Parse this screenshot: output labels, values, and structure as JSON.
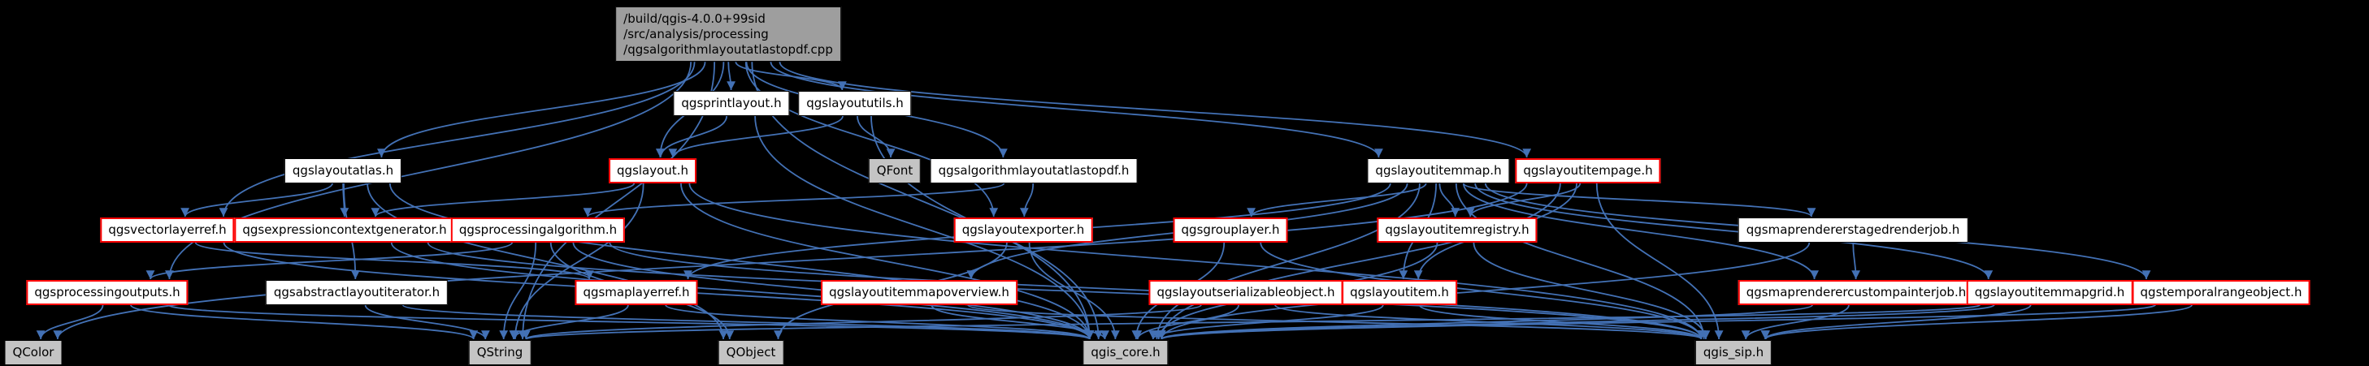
{
  "colors": {
    "background": "#000000",
    "node_fill": "#ffffff",
    "node_border": "#000000",
    "truncated_border": "#ff0000",
    "system_fill": "#c4c4c4",
    "root_fill": "#9e9e9e",
    "edge": "#4371b5"
  },
  "diagram": {
    "type": "include-dependency-graph",
    "root_lines": [
      "/build/qgis-4.0.0+99sid",
      "/src/analysis/processing",
      "/qgsalgorithmlayoutatlastopdf.cpp"
    ],
    "nodes": [
      {
        "id": "qgsprintlayout_h",
        "label": "qgsprintlayout.h",
        "type": "header"
      },
      {
        "id": "qgslayoututils_h",
        "label": "qgslayoututils.h",
        "type": "header"
      },
      {
        "id": "qgslayoutatlas_h",
        "label": "qgslayoutatlas.h",
        "type": "header"
      },
      {
        "id": "qgslayout_h",
        "label": "qgslayout.h",
        "type": "truncated"
      },
      {
        "id": "QFont",
        "label": "QFont",
        "type": "system"
      },
      {
        "id": "qgsalgorithmlayoutatlastopdf_h",
        "label": "qgsalgorithmlayoutatlastopdf.h",
        "type": "header"
      },
      {
        "id": "qgslayoutitemmap_h",
        "label": "qgslayoutitemmap.h",
        "type": "header"
      },
      {
        "id": "qgslayoutitempage_h",
        "label": "qgslayoutitempage.h",
        "type": "truncated"
      },
      {
        "id": "qgsvectorlayerref_h",
        "label": "qgsvectorlayerref.h",
        "type": "truncated"
      },
      {
        "id": "qgsexpressioncontextgenerator_h",
        "label": "qgsexpressioncontextgenerator.h",
        "type": "truncated"
      },
      {
        "id": "qgsprocessingalgorithm_h",
        "label": "qgsprocessingalgorithm.h",
        "type": "truncated"
      },
      {
        "id": "qgslayoutexporter_h",
        "label": "qgslayoutexporter.h",
        "type": "truncated"
      },
      {
        "id": "qgsgrouplayer_h",
        "label": "qgsgrouplayer.h",
        "type": "truncated"
      },
      {
        "id": "qgslayoutitemregistry_h",
        "label": "qgslayoutitemregistry.h",
        "type": "truncated"
      },
      {
        "id": "qgsmaprendererstagedrenderjob_h",
        "label": "qgsmaprendererstagedrenderjob.h",
        "type": "header"
      },
      {
        "id": "qgsprocessingoutputs_h",
        "label": "qgsprocessingoutputs.h",
        "type": "truncated"
      },
      {
        "id": "qgsabstractlayoutiterator_h",
        "label": "qgsabstractlayoutiterator.h",
        "type": "header"
      },
      {
        "id": "qgsmaplayerref_h",
        "label": "qgsmaplayerref.h",
        "type": "truncated"
      },
      {
        "id": "qgslayoutitemmapoverview_h",
        "label": "qgslayoutitemmapoverview.h",
        "type": "truncated"
      },
      {
        "id": "qgslayoutserializableobject_h",
        "label": "qgslayoutserializableobject.h",
        "type": "truncated"
      },
      {
        "id": "qgslayoutitem_h",
        "label": "qgslayoutitem.h",
        "type": "truncated"
      },
      {
        "id": "qgsmaprenderercustompainterjob_h",
        "label": "qgsmaprenderercustompainterjob.h",
        "type": "truncated"
      },
      {
        "id": "qgslayoutitemmapgrid_h",
        "label": "qgslayoutitemmapgrid.h",
        "type": "truncated"
      },
      {
        "id": "qgstemporalrangeobject_h",
        "label": "qgstemporalrangeobject.h",
        "type": "truncated"
      },
      {
        "id": "QColor",
        "label": "QColor",
        "type": "system"
      },
      {
        "id": "QString",
        "label": "QString",
        "type": "system"
      },
      {
        "id": "QObject",
        "label": "QObject",
        "type": "system"
      },
      {
        "id": "qgis_core_h",
        "label": "qgis_core.h",
        "type": "system"
      },
      {
        "id": "qgis_sip_h",
        "label": "qgis_sip.h",
        "type": "system"
      }
    ],
    "edges": [
      [
        "root",
        "qgsprintlayout_h"
      ],
      [
        "root",
        "qgslayoututils_h"
      ],
      [
        "root",
        "qgslayoutatlas_h"
      ],
      [
        "root",
        "qgslayout_h"
      ],
      [
        "root",
        "qgsalgorithmlayoutatlastopdf_h"
      ],
      [
        "root",
        "qgslayoutitemmap_h"
      ],
      [
        "root",
        "qgslayoutitempage_h"
      ],
      [
        "root",
        "qgslayoutexporter_h"
      ],
      [
        "root",
        "qgsprocessingoutputs_h"
      ],
      [
        "root",
        "qgsvectorlayerref_h"
      ],
      [
        "root",
        "QString"
      ],
      [
        "root",
        "qgis_core_h"
      ],
      [
        "qgsprintlayout_h",
        "qgslayout_h"
      ],
      [
        "qgsprintlayout_h",
        "qgis_core_h"
      ],
      [
        "qgslayoututils_h",
        "QFont"
      ],
      [
        "qgslayoututils_h",
        "qgslayout_h"
      ],
      [
        "qgslayoututils_h",
        "qgis_core_h"
      ],
      [
        "qgslayoutatlas_h",
        "qgsvectorlayerref_h"
      ],
      [
        "qgslayoutatlas_h",
        "qgsexpressioncontextgenerator_h"
      ],
      [
        "qgslayoutatlas_h",
        "qgsabstractlayoutiterator_h"
      ],
      [
        "qgslayoutatlas_h",
        "QObject"
      ],
      [
        "qgslayoutatlas_h",
        "qgis_core_h"
      ],
      [
        "qgslayout_h",
        "qgsexpressioncontextgenerator_h"
      ],
      [
        "qgslayout_h",
        "QString"
      ],
      [
        "qgslayout_h",
        "qgis_core_h"
      ],
      [
        "qgslayout_h",
        "qgis_sip_h"
      ],
      [
        "qgsalgorithmlayoutatlastopdf_h",
        "qgsprocessingalgorithm_h"
      ],
      [
        "qgsalgorithmlayoutatlastopdf_h",
        "qgslayoutexporter_h"
      ],
      [
        "qgsvectorlayerref_h",
        "qgsmaplayerref_h"
      ],
      [
        "qgsvectorlayerref_h",
        "qgis_core_h"
      ],
      [
        "qgsexpressioncontextgenerator_h",
        "qgis_core_h"
      ],
      [
        "qgsexpressioncontextgenerator_h",
        "qgis_sip_h"
      ],
      [
        "qgsprocessingalgorithm_h",
        "qgsprocessingoutputs_h"
      ],
      [
        "qgsprocessingalgorithm_h",
        "QString"
      ],
      [
        "qgsprocessingalgorithm_h",
        "QObject"
      ],
      [
        "qgsprocessingalgorithm_h",
        "qgis_core_h"
      ],
      [
        "qgsprocessingalgorithm_h",
        "qgis_sip_h"
      ],
      [
        "qgslayoutexporter_h",
        "QObject"
      ],
      [
        "qgslayoutexporter_h",
        "qgis_core_h"
      ],
      [
        "qgsgrouplayer_h",
        "qgis_core_h"
      ],
      [
        "qgsgrouplayer_h",
        "qgis_sip_h"
      ],
      [
        "qgslayoutitemmap_h",
        "qgsgrouplayer_h"
      ],
      [
        "qgslayoutitemmap_h",
        "qgslayoutitemregistry_h"
      ],
      [
        "qgslayoutitemmap_h",
        "qgslayoutitem_h"
      ],
      [
        "qgslayoutitemmap_h",
        "qgsmaplayerref_h"
      ],
      [
        "qgslayoutitemmap_h",
        "qgslayoutitemmapoverview_h"
      ],
      [
        "qgslayoutitemmap_h",
        "qgslayoutitemmapgrid_h"
      ],
      [
        "qgslayoutitemmap_h",
        "qgsmaprendererstagedrenderjob_h"
      ],
      [
        "qgslayoutitemmap_h",
        "qgsmaprenderercustompainterjob_h"
      ],
      [
        "qgslayoutitemmap_h",
        "qgstemporalrangeobject_h"
      ],
      [
        "qgslayoutitemmap_h",
        "qgis_core_h"
      ],
      [
        "qgslayoutitemmap_h",
        "qgis_sip_h"
      ],
      [
        "qgslayoutitempage_h",
        "qgslayoutitem_h"
      ],
      [
        "qgslayoutitempage_h",
        "qgslayoutitemregistry_h"
      ],
      [
        "qgslayoutitempage_h",
        "QColor"
      ],
      [
        "qgslayoutitempage_h",
        "qgis_core_h"
      ],
      [
        "qgslayoutitempage_h",
        "qgis_sip_h"
      ],
      [
        "qgslayoutitemregistry_h",
        "qgis_core_h"
      ],
      [
        "qgslayoutitemregistry_h",
        "qgis_sip_h"
      ],
      [
        "qgsmaprendererstagedrenderjob_h",
        "qgsmaprenderercustompainterjob_h"
      ],
      [
        "qgsmaprendererstagedrenderjob_h",
        "qgis_core_h"
      ],
      [
        "qgsprocessingoutputs_h",
        "QColor"
      ],
      [
        "qgsprocessingoutputs_h",
        "QString"
      ],
      [
        "qgsprocessingoutputs_h",
        "qgis_core_h"
      ],
      [
        "qgsabstractlayoutiterator_h",
        "QString"
      ],
      [
        "qgsabstractlayoutiterator_h",
        "qgis_core_h"
      ],
      [
        "qgsmaplayerref_h",
        "QString"
      ],
      [
        "qgsmaplayerref_h",
        "qgis_core_h"
      ],
      [
        "qgslayoutitemmapoverview_h",
        "qgis_core_h"
      ],
      [
        "qgslayoutitemmapoverview_h",
        "qgis_sip_h"
      ],
      [
        "qgslayoutserializableobject_h",
        "QString"
      ],
      [
        "qgslayoutserializableobject_h",
        "qgis_core_h"
      ],
      [
        "qgslayoutserializableobject_h",
        "qgis_sip_h"
      ],
      [
        "qgslayoutitem_h",
        "qgis_core_h"
      ],
      [
        "qgslayoutitem_h",
        "qgis_sip_h"
      ],
      [
        "qgsmaprenderercustompainterjob_h",
        "qgis_core_h"
      ],
      [
        "qgsmaprenderercustompainterjob_h",
        "qgis_sip_h"
      ],
      [
        "qgslayoutitemmapgrid_h",
        "QString"
      ],
      [
        "qgslayoutitemmapgrid_h",
        "qgis_core_h"
      ],
      [
        "qgslayoutitemmapgrid_h",
        "qgis_sip_h"
      ],
      [
        "qgstemporalrangeobject_h",
        "qgis_core_h"
      ],
      [
        "qgstemporalrangeobject_h",
        "qgis_sip_h"
      ]
    ]
  }
}
